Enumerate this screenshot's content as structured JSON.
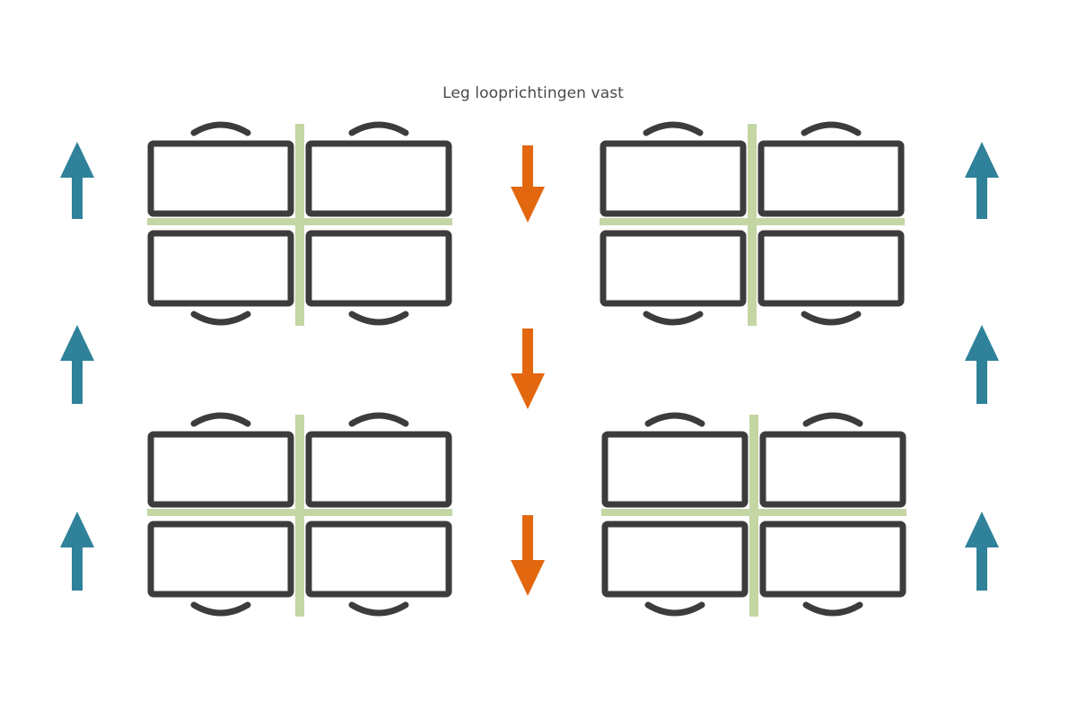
{
  "title": "Leg looprichtingen vast",
  "colors": {
    "desk": "#3c3c3c",
    "divider": "#c4d6a4",
    "arrow_up": "#2f8299",
    "arrow_down": "#e2670f"
  },
  "icons": {
    "desk_cluster": "desk-cluster-icon",
    "arrow_up": "arrow-up-icon",
    "arrow_down": "arrow-down-icon"
  },
  "clusters": [
    {
      "id": "top-left",
      "desks": 4,
      "chairs": 4
    },
    {
      "id": "top-right",
      "desks": 4,
      "chairs": 4
    },
    {
      "id": "bottom-left",
      "desks": 4,
      "chairs": 4
    },
    {
      "id": "bottom-right",
      "desks": 4,
      "chairs": 4
    }
  ],
  "walking_directions": {
    "left_column": "up",
    "center_column": "down",
    "right_column": "up"
  }
}
